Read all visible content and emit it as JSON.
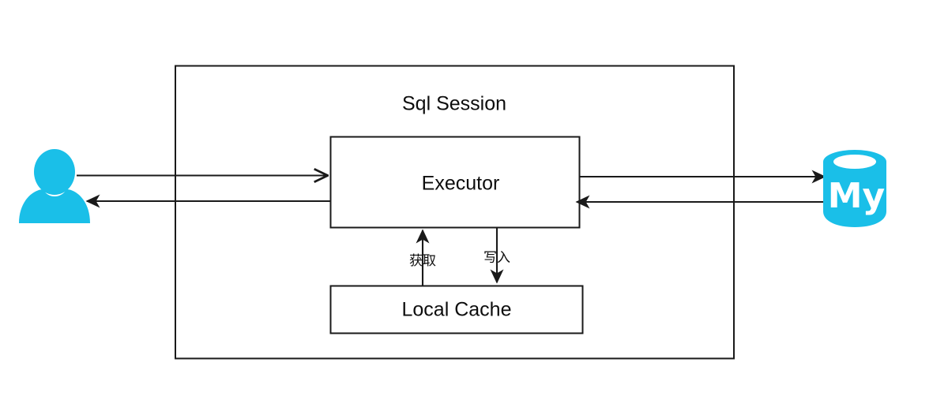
{
  "diagram": {
    "title": "Sql Session",
    "container": {
      "label": "Sql Session",
      "name": "sql-session-container"
    },
    "nodes": [
      {
        "id": "executor",
        "label": "Executor",
        "name": "executor-box"
      },
      {
        "id": "local_cache",
        "label": "Local Cache",
        "name": "local-cache-box"
      }
    ],
    "actors": [
      {
        "id": "user",
        "label": "",
        "icon": "user-icon",
        "color": "#1ABFE8"
      },
      {
        "id": "mysql",
        "label": "My",
        "icon": "mysql-database-icon",
        "color": "#1ABFE8"
      }
    ],
    "edges": [
      {
        "id": "user_to_executor",
        "label": "",
        "from": "user",
        "to": "executor",
        "direction": "right"
      },
      {
        "id": "executor_to_user",
        "label": "",
        "from": "executor",
        "to": "user",
        "direction": "left"
      },
      {
        "id": "executor_to_mysql",
        "label": "",
        "from": "executor",
        "to": "mysql",
        "direction": "right"
      },
      {
        "id": "mysql_to_executor",
        "label": "",
        "from": "mysql",
        "to": "executor",
        "direction": "left"
      },
      {
        "id": "cache_to_executor",
        "label": "获取",
        "from": "local_cache",
        "to": "executor",
        "direction": "up"
      },
      {
        "id": "executor_to_cache",
        "label": "写入",
        "from": "executor",
        "to": "local_cache",
        "direction": "down"
      }
    ],
    "colors": {
      "accent": "#1ABFE8",
      "stroke": "#1a1a1a",
      "background": "#ffffff"
    }
  }
}
